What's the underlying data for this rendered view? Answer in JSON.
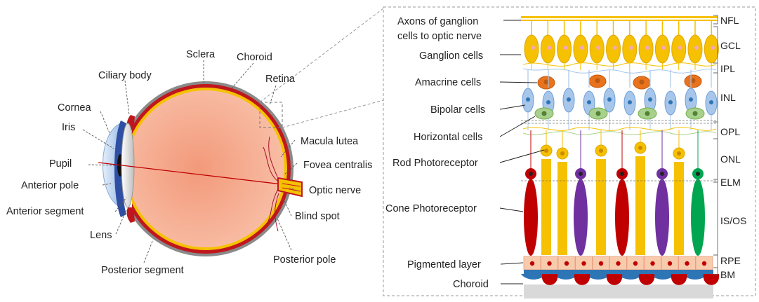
{
  "eye_labels": {
    "sclera": "Sclera",
    "choroid": "Choroid",
    "retina": "Retina",
    "ciliary_body": "Ciliary body",
    "cornea": "Cornea",
    "iris": "Iris",
    "pupil": "Pupil",
    "anterior_pole": "Anterior pole",
    "anterior_segment": "Anterior segment",
    "lens": "Lens",
    "posterior_segment": "Posterior segment",
    "macula_lutea": "Macula lutea",
    "fovea_centralis": "Fovea centralis",
    "optic_nerve": "Optic nerve",
    "blind_spot": "Blind spot",
    "posterior_pole": "Posterior pole"
  },
  "retina_labels": {
    "axons_line1": "Axons of ganglion",
    "axons_line2": "cells to optic nerve",
    "ganglion_cells": "Ganglion cells",
    "amacrine_cells": "Amacrine cells",
    "bipolar_cells": "Bipolar cells",
    "horizontal_cells": "Horizontal cells",
    "rod_photoreceptor": "Rod Photoreceptor",
    "cone_photoreceptor": "Cone Photoreceptor",
    "pigmented_layer": "Pigmented layer",
    "choroid": "Choroid"
  },
  "layers": {
    "nfl": "NFL",
    "gcl": "GCL",
    "ipl": "IPL",
    "inl": "INL",
    "opl": "OPL",
    "onl": "ONL",
    "elm": "ELM",
    "isos": "IS/OS",
    "rpe": "RPE",
    "bm": "BM"
  },
  "colors": {
    "sclera": "#8a8a8a",
    "choroid": "#c0161d",
    "retina": "#f6c100",
    "vitreous": "#f5a889",
    "iris": "#2e4fa3",
    "cornea": "#c9dcf2",
    "ganglion": "#f6c100",
    "amacrine": "#e8731c",
    "bipolar": "#a7c6ea",
    "horizontal": "#a9d18e",
    "rod": "#f6c100",
    "cone_red": "#c00000",
    "cone_purple": "#7030a0",
    "cone_green": "#00a550",
    "rpe": "#f8cbad",
    "bm": "#2e75b6"
  }
}
